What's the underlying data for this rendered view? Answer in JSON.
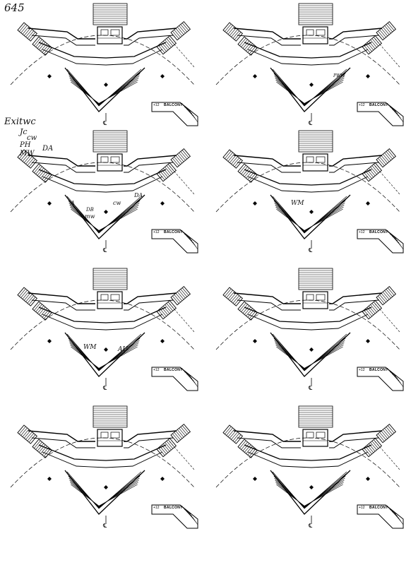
{
  "sheet": {
    "page_number": "645"
  },
  "handwritten": {
    "notes_left": [
      "Exitwc",
      "Jc",
      "cw",
      "PH",
      "MW",
      "DA"
    ],
    "labels": [
      "PWW",
      "DA",
      "cw",
      "mw",
      "WM",
      "A",
      "DB",
      "WM",
      "AU"
    ]
  },
  "plan": {
    "balcony_label": "BALCONY",
    "level_label": "+12",
    "centerline_label": "℄"
  },
  "panels": [
    {
      "id": "p1"
    },
    {
      "id": "p2"
    },
    {
      "id": "p3"
    },
    {
      "id": "p4"
    },
    {
      "id": "p5"
    },
    {
      "id": "p6"
    },
    {
      "id": "p7"
    },
    {
      "id": "p8"
    }
  ]
}
